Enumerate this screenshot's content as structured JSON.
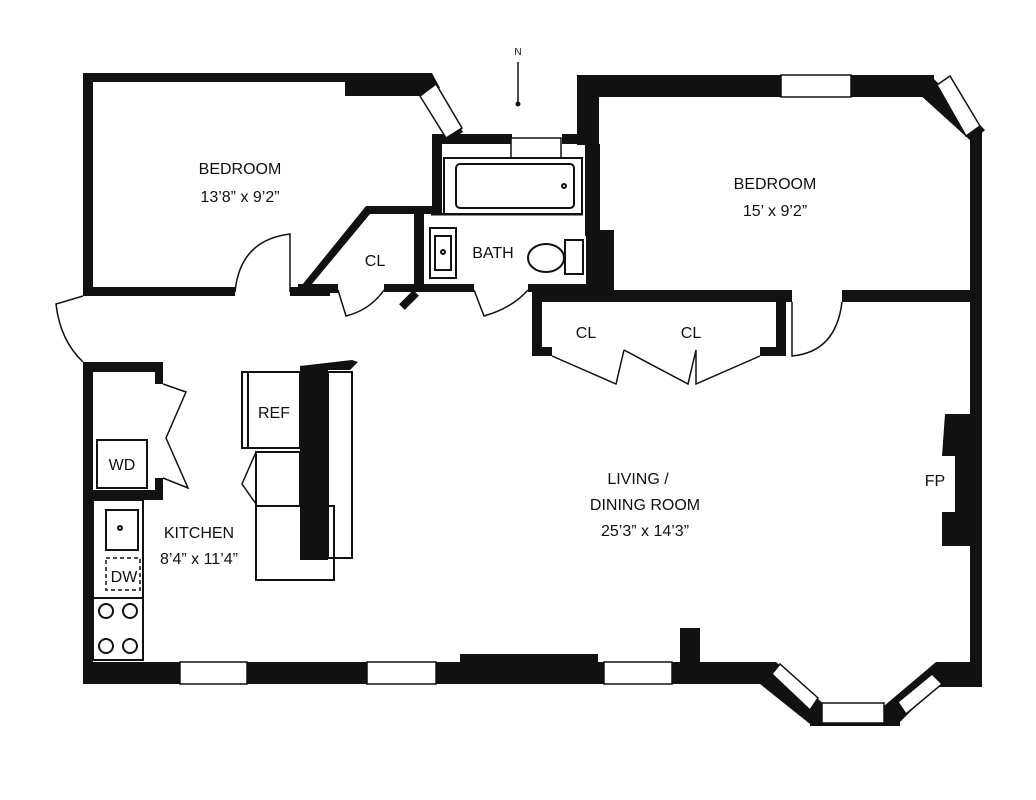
{
  "compass": {
    "north_label": "N"
  },
  "rooms": {
    "bedroom_left": {
      "name": "BEDROOM",
      "size": "13’8” x 9’2”"
    },
    "bedroom_right": {
      "name": "BEDROOM",
      "size": "15’ x 9’2”"
    },
    "bath": {
      "name": "BATH"
    },
    "closet_hall": {
      "name": "CL"
    },
    "closet_living_1": {
      "name": "CL"
    },
    "closet_living_2": {
      "name": "CL"
    },
    "living": {
      "name_line1": "LIVING /",
      "name_line2": "DINING ROOM",
      "size": "25’3” x 14’3”"
    },
    "kitchen": {
      "name": "KITCHEN",
      "size": "8’4” x 11’4”"
    }
  },
  "fixtures": {
    "washer_dryer": "WD",
    "refrigerator": "REF",
    "dishwasher": "DW",
    "fireplace": "FP"
  },
  "colors": {
    "wall": "#111111",
    "background": "#ffffff",
    "window_fill": "#ffffff"
  }
}
